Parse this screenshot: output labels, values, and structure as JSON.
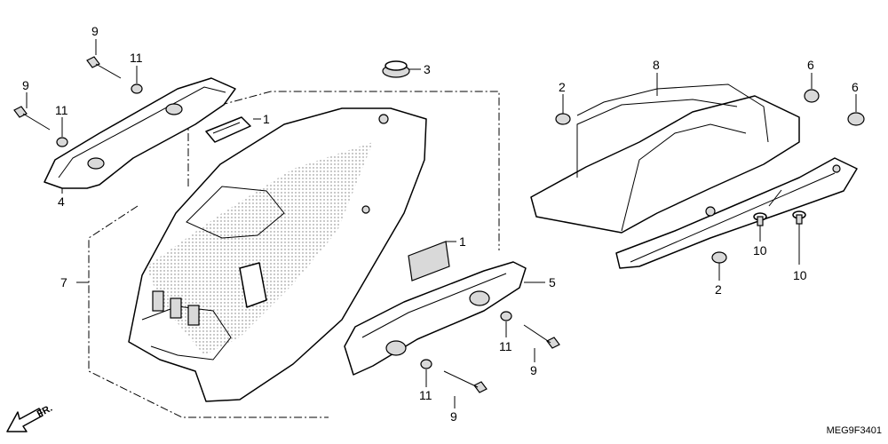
{
  "diagram": {
    "code": "MEG9F3401",
    "direction": "FR.",
    "callouts": {
      "c1a": "1",
      "c1b": "1",
      "c2a": "2",
      "c2b": "2",
      "c3": "3",
      "c4": "4",
      "c5": "5",
      "c6a": "6",
      "c6b": "6",
      "c7": "7",
      "c8": "8",
      "c9a": "9",
      "c9b": "9",
      "c9c": "9",
      "c9d": "9",
      "c10a": "10",
      "c10b": "10",
      "c11a": "11",
      "c11b": "11",
      "c11c": "11",
      "c11d": "11"
    }
  }
}
